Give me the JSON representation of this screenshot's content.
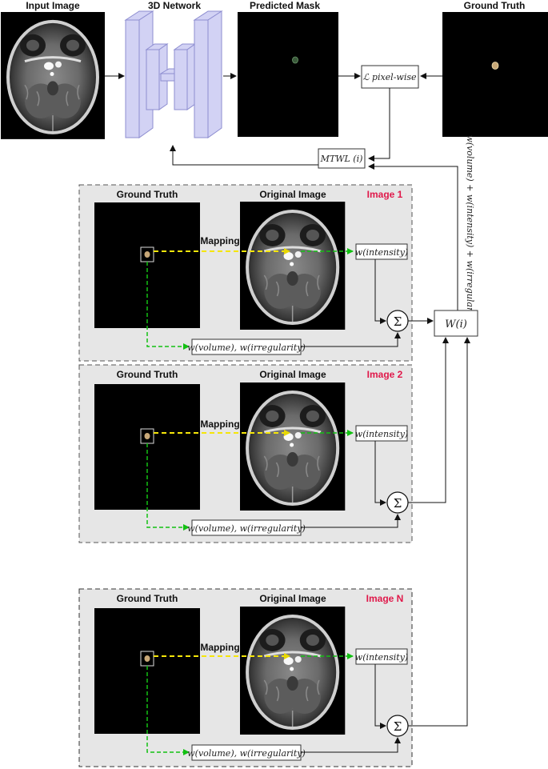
{
  "top": {
    "input_label": "Input Image",
    "network_label": "3D Network",
    "predicted_label": "Predicted Mask",
    "gt_label": "Ground Truth",
    "loss_pixel": "ℒ pixel-wise",
    "mtwl": "MTWL (i)",
    "side_formula": "w(volume) + w(intensity) + w(irregularity)",
    "w_i": "W(i)"
  },
  "panels": [
    {
      "gt": "Ground Truth",
      "orig": "Original Image",
      "name": "Image 1",
      "mapping": "Mapping",
      "w_intensity": "w(intensity)",
      "w_vol_irr": "w(volume), w(irregularity)",
      "sum": "Σ"
    },
    {
      "gt": "Ground Truth",
      "orig": "Original Image",
      "name": "Image 2",
      "mapping": "Mapping",
      "w_intensity": "w(intensity)",
      "w_vol_irr": "w(volume), w(irregularity)",
      "sum": "Σ"
    },
    {
      "gt": "Ground Truth",
      "orig": "Original Image",
      "name": "Image N",
      "mapping": "Mapping",
      "w_intensity": "w(intensity)",
      "w_vol_irr": "w(volume), w(irregularity)",
      "sum": "Σ"
    }
  ],
  "colors": {
    "panel_bg": "#e6e6e6",
    "network": "#d2d2f4",
    "network_stroke": "#8d8dd0",
    "mapping_line": "#f5e60a",
    "green_line": "#12c012",
    "label_red": "#e0184a",
    "tumor": "#c8a878"
  }
}
